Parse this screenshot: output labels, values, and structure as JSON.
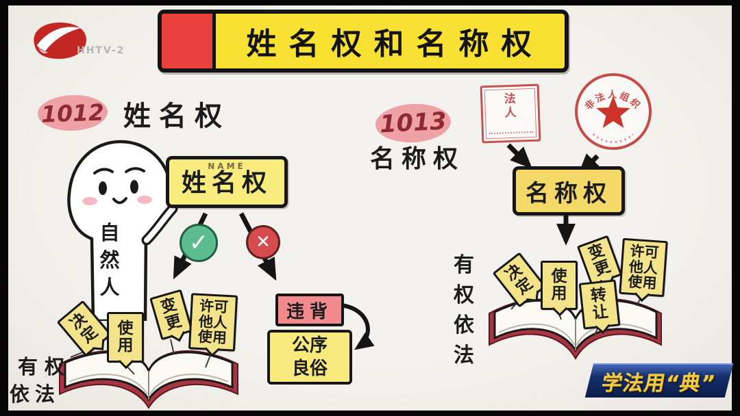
{
  "channel": {
    "label": "HHTV-2"
  },
  "header": {
    "title": "姓名权和名称权"
  },
  "article_1012": {
    "number": "1012",
    "name": "姓名权",
    "subject": "自然人",
    "box_caption": "NAME",
    "box_label": "姓名权",
    "rights_intro": [
      "有权",
      "依法"
    ],
    "rights": [
      "决定",
      "使用",
      "变更",
      "许可他人使用"
    ],
    "violation": {
      "action": "违背",
      "object": "公序良俗"
    }
  },
  "article_1013": {
    "number": "1013",
    "name": "名称权",
    "square_stamp_label": "法人",
    "round_stamp_label": "非法人组织",
    "box_label": "名称权",
    "rights_intro": "有权依法",
    "rights": [
      "决定",
      "使用",
      "变更",
      "转让",
      "许可他人使用"
    ]
  },
  "badge": {
    "text": "学法用“典”"
  },
  "icons": {
    "check": "✓",
    "cross": "✕"
  },
  "colors": {
    "banner_yellow": "#f8e133",
    "banner_red": "#e8413d",
    "pink_oval": "#efa2a6",
    "box_yellow": "#f8ec7f",
    "tag_yellow": "#f3e48c",
    "violate_pink": "#f28a8e",
    "check_green": "#5cbd8e",
    "cross_red": "#d64b4b",
    "stamp_red": "#c4524f",
    "book_cover_red": "#a73642",
    "badge_navy": "#0b1c49",
    "badge_gold": "#f5cb45"
  }
}
